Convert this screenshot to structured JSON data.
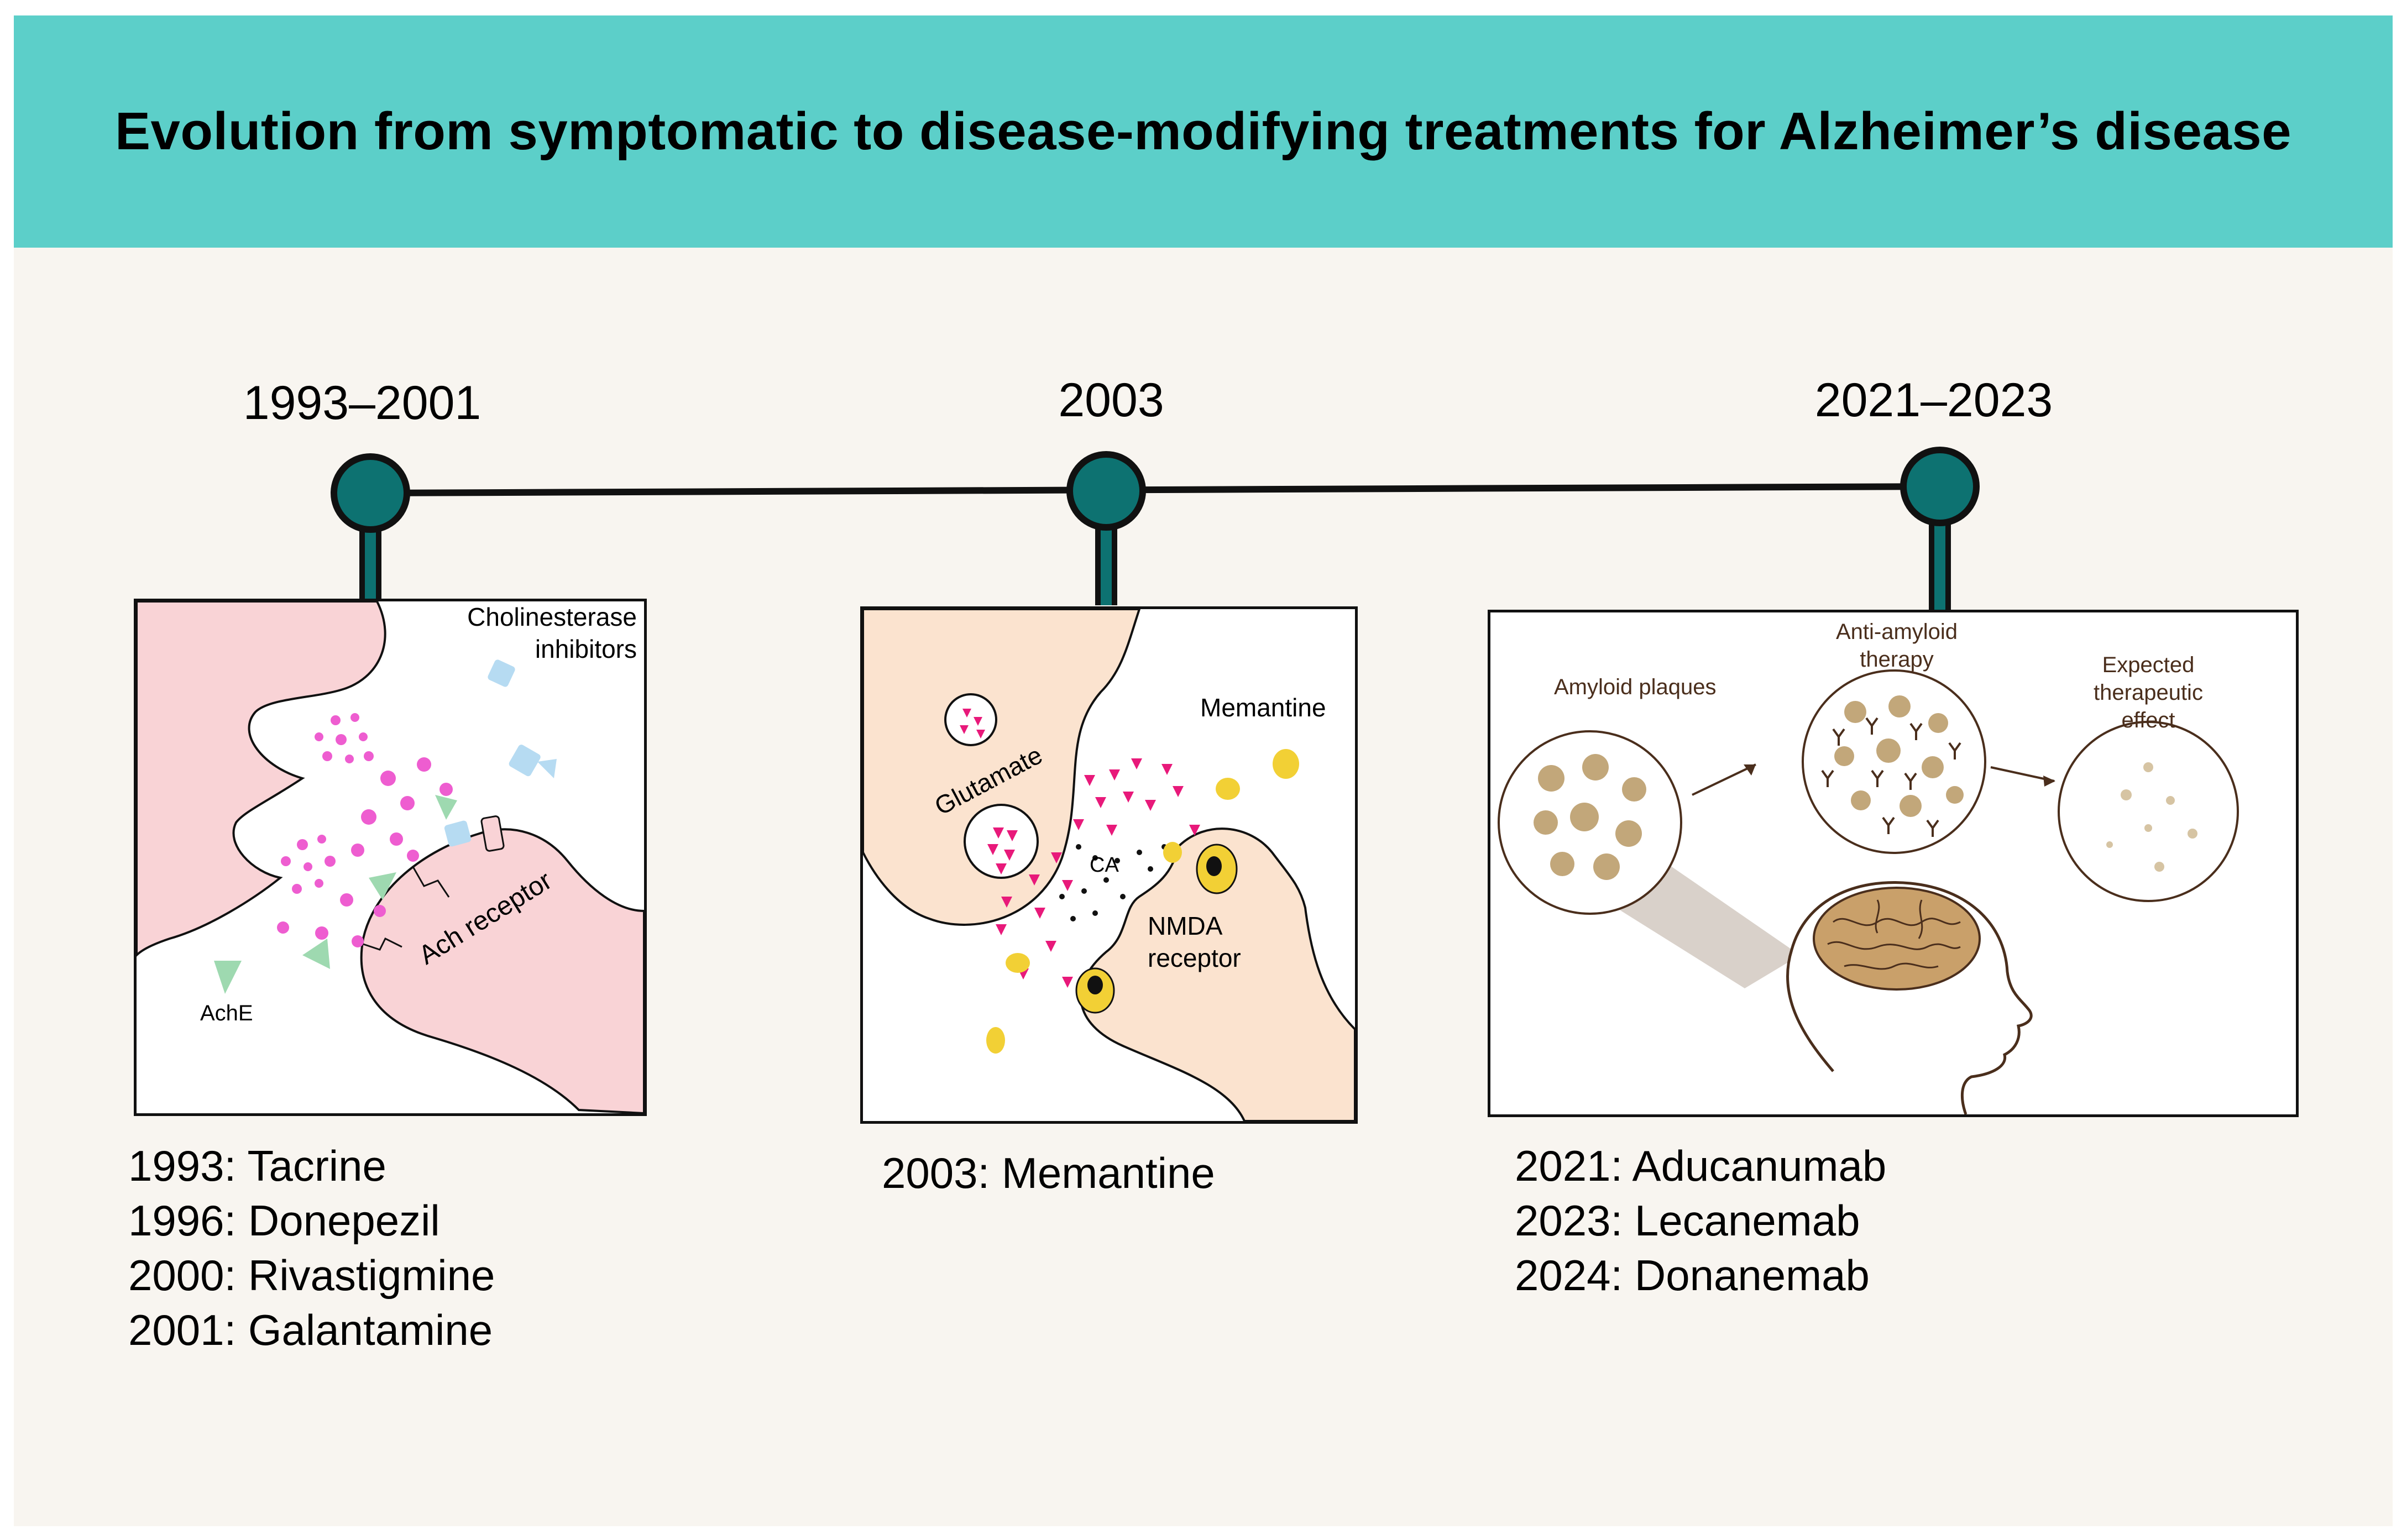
{
  "title": "Evolution from symptomatic to disease-modifying treatments for Alzheimer’s disease",
  "colors": {
    "banner": "#5ccfc9",
    "background": "#f8f5f0",
    "timeline_node": "#0d7271",
    "pink_neuron": "#f9d3d6",
    "peach_neuron": "#fbe3cf"
  },
  "timeline": [
    {
      "period": "1993–2001",
      "panel": {
        "labels": {
          "inhibitors": "Cholinesterase inhibitors",
          "receptor": "Ach receptor",
          "enzyme": "AchE"
        }
      },
      "drugs": [
        "1993: Tacrine",
        "1996: Donepezil",
        "2000: Rivastigmine",
        "2001: Galantamine"
      ]
    },
    {
      "period": "2003",
      "panel": {
        "labels": {
          "drug": "Memantine",
          "neurotransmitter": "Glutamate",
          "ion": "CA",
          "receptor": "NMDA receptor"
        }
      },
      "drugs": [
        "2003: Memantine"
      ]
    },
    {
      "period": "2021–2023",
      "panel": {
        "labels": {
          "plaques": "Amyloid plaques",
          "therapy": "Anti-amyloid therapy",
          "effect": "Expected therapeutic effect"
        }
      },
      "drugs": [
        "2021: Aducanumab",
        "2023: Lecanemab",
        "2024: Donanemab"
      ]
    }
  ]
}
